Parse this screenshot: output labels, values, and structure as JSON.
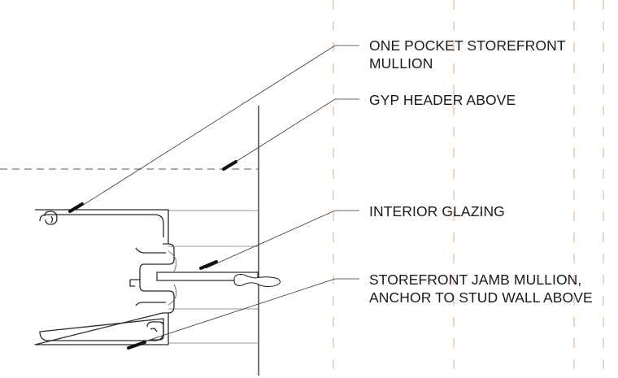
{
  "annotations": [
    {
      "id": "mullion-note",
      "lines": [
        "ONE POCKET STOREFRONT",
        "MULLION"
      ]
    },
    {
      "id": "header-note",
      "lines": [
        "GYP HEADER ABOVE"
      ]
    },
    {
      "id": "glazing-note",
      "lines": [
        "INTERIOR GLAZING"
      ]
    },
    {
      "id": "jamb-note",
      "lines": [
        "STOREFRONT JAMB MULLION,",
        "ANCHOR TO STUD WALL ABOVE"
      ]
    }
  ],
  "colors": {
    "linework": "#2a2a2a",
    "hidden_line": "#555555",
    "grid_line": "#e8a47a",
    "leader": "#333333"
  }
}
